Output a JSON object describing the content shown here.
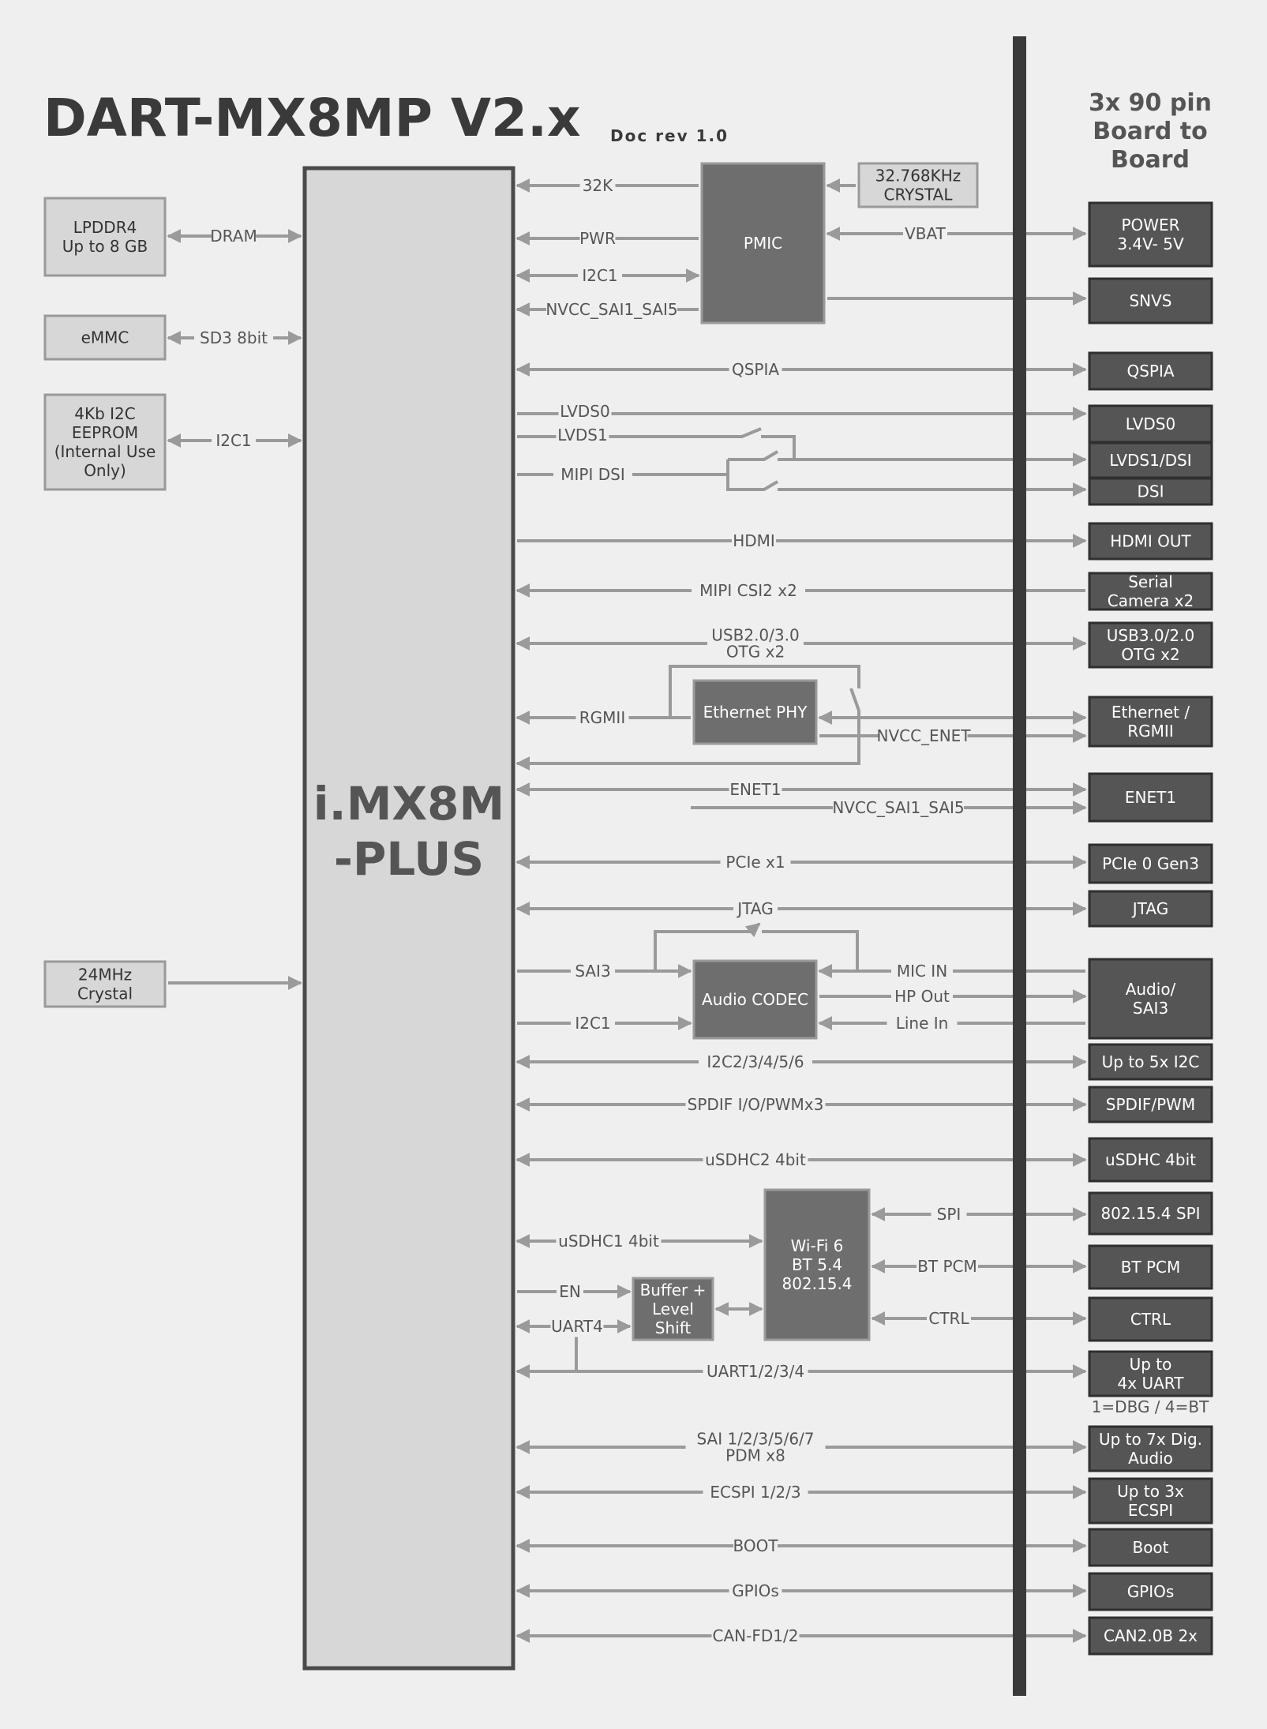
{
  "header": {
    "title": "DART-MX8MP V2.x",
    "doc_rev": "Doc rev 1.0",
    "b2b": [
      "3x 90 pin",
      "Board to",
      "Board"
    ]
  },
  "soc_label": [
    "i.MX8M",
    "-PLUS"
  ],
  "left_blocks": [
    {
      "id": "lpddr4",
      "lines": [
        "LPDDR4",
        "Up to 8 GB"
      ],
      "link": "DRAM"
    },
    {
      "id": "emmc",
      "lines": [
        "eMMC"
      ],
      "link": "SD3 8bit"
    },
    {
      "id": "eeprom",
      "lines": [
        "4Kb I2C",
        "EEPROM",
        "(Internal Use",
        "Only)"
      ],
      "link": "I2C1"
    },
    {
      "id": "crystal24",
      "lines": [
        "24MHz",
        "Crystal"
      ],
      "link": ""
    }
  ],
  "internal_blocks": {
    "pmic": "PMIC",
    "crystal32": [
      "32.768KHz",
      "CRYSTAL"
    ],
    "eth_phy": "Ethernet PHY",
    "codec": "Audio CODEC",
    "wifi": [
      "Wi-Fi 6",
      "BT 5.4",
      "802.15.4"
    ],
    "buffer": [
      "Buffer +",
      "Level",
      "Shift"
    ]
  },
  "signals": {
    "k32": "32K",
    "pwr": "PWR",
    "i2c1_pmic": "I2C1",
    "nvcc_sai1_sai5_pmic": "NVCC_SAI1_SAI5",
    "vbat": "VBAT",
    "qspia": "QSPIA",
    "lvds0": "LVDS0",
    "lvds1": "LVDS1",
    "mipi_dsi": "MIPI DSI",
    "hdmi": "HDMI",
    "csi": "MIPI CSI2 x2",
    "usb": [
      "USB2.0/3.0",
      "OTG  x2"
    ],
    "rgmii": "RGMII",
    "nvcc_enet": "NVCC_ENET",
    "enet1": "ENET1",
    "nvcc_sai1_sai5": "NVCC_SAI1_SAI5",
    "pcie": "PCIe x1",
    "jtag": "JTAG",
    "sai3": "SAI3",
    "i2c1_codec": "I2C1",
    "mic_in": "MIC IN",
    "hp_out": "HP Out",
    "line_in": "Line In",
    "i2c": "I2C2/3/4/5/6",
    "spdif": "SPDIF I/O/PWMx3",
    "usdhc2": "uSDHC2 4bit",
    "usdhc1": "uSDHC1 4bit",
    "spi": "SPI",
    "bt_pcm": "BT PCM",
    "ctrl": "CTRL",
    "en": "EN",
    "uart4": "UART4",
    "uart": "UART1/2/3/4",
    "sai": [
      "SAI 1/2/3/5/6/7",
      "PDM x8"
    ],
    "ecspi": "ECSPI 1/2/3",
    "boot": "BOOT",
    "gpios": "GPIOs",
    "can": "CAN-FD1/2"
  },
  "connectors": [
    {
      "id": "power",
      "lines": [
        "POWER",
        "3.4V- 5V"
      ]
    },
    {
      "id": "snvs",
      "lines": [
        "SNVS"
      ]
    },
    {
      "id": "qspia",
      "lines": [
        "QSPIA"
      ]
    },
    {
      "id": "lvds0",
      "lines": [
        "LVDS0"
      ]
    },
    {
      "id": "lvds1dsi",
      "lines": [
        "LVDS1/DSI"
      ]
    },
    {
      "id": "dsi",
      "lines": [
        "DSI"
      ]
    },
    {
      "id": "hdmi",
      "lines": [
        "HDMI OUT"
      ]
    },
    {
      "id": "camera",
      "lines": [
        "Serial",
        "Camera x2"
      ]
    },
    {
      "id": "usb",
      "lines": [
        "USB3.0/2.0",
        "OTG x2"
      ]
    },
    {
      "id": "ethernet",
      "lines": [
        "Ethernet /",
        "RGMII"
      ]
    },
    {
      "id": "enet1",
      "lines": [
        "ENET1"
      ]
    },
    {
      "id": "pcie",
      "lines": [
        "PCIe 0 Gen3"
      ]
    },
    {
      "id": "jtag",
      "lines": [
        "JTAG"
      ]
    },
    {
      "id": "audio",
      "lines": [
        "Audio/",
        "SAI3"
      ]
    },
    {
      "id": "i2c",
      "lines": [
        "Up to 5x I2C"
      ]
    },
    {
      "id": "spdif",
      "lines": [
        "SPDIF/PWM"
      ]
    },
    {
      "id": "usdhc",
      "lines": [
        "uSDHC 4bit"
      ]
    },
    {
      "id": "spi802",
      "lines": [
        "802.15.4 SPI"
      ]
    },
    {
      "id": "btpcm",
      "lines": [
        "BT PCM"
      ]
    },
    {
      "id": "ctrl",
      "lines": [
        "CTRL"
      ]
    },
    {
      "id": "uart",
      "lines": [
        "Up to",
        "4x UART"
      ]
    },
    {
      "id": "dig_audio",
      "lines": [
        "Up to 7x Dig.",
        "Audio"
      ]
    },
    {
      "id": "ecspi",
      "lines": [
        "Up to 3x",
        "ECSPI"
      ]
    },
    {
      "id": "boot",
      "lines": [
        "Boot"
      ]
    },
    {
      "id": "gpios",
      "lines": [
        "GPIOs"
      ]
    },
    {
      "id": "can",
      "lines": [
        "CAN2.0B 2x"
      ]
    }
  ],
  "uart_note": "1=DBG / 4=BT",
  "colors": {
    "background": "#efefef",
    "light_block": "#d7d7d7",
    "dark_block": "#6e6e6e",
    "connector": "#555555",
    "bus_bar": "#3a3a3a",
    "wire": "#9a9a9a",
    "text": "#555555"
  }
}
